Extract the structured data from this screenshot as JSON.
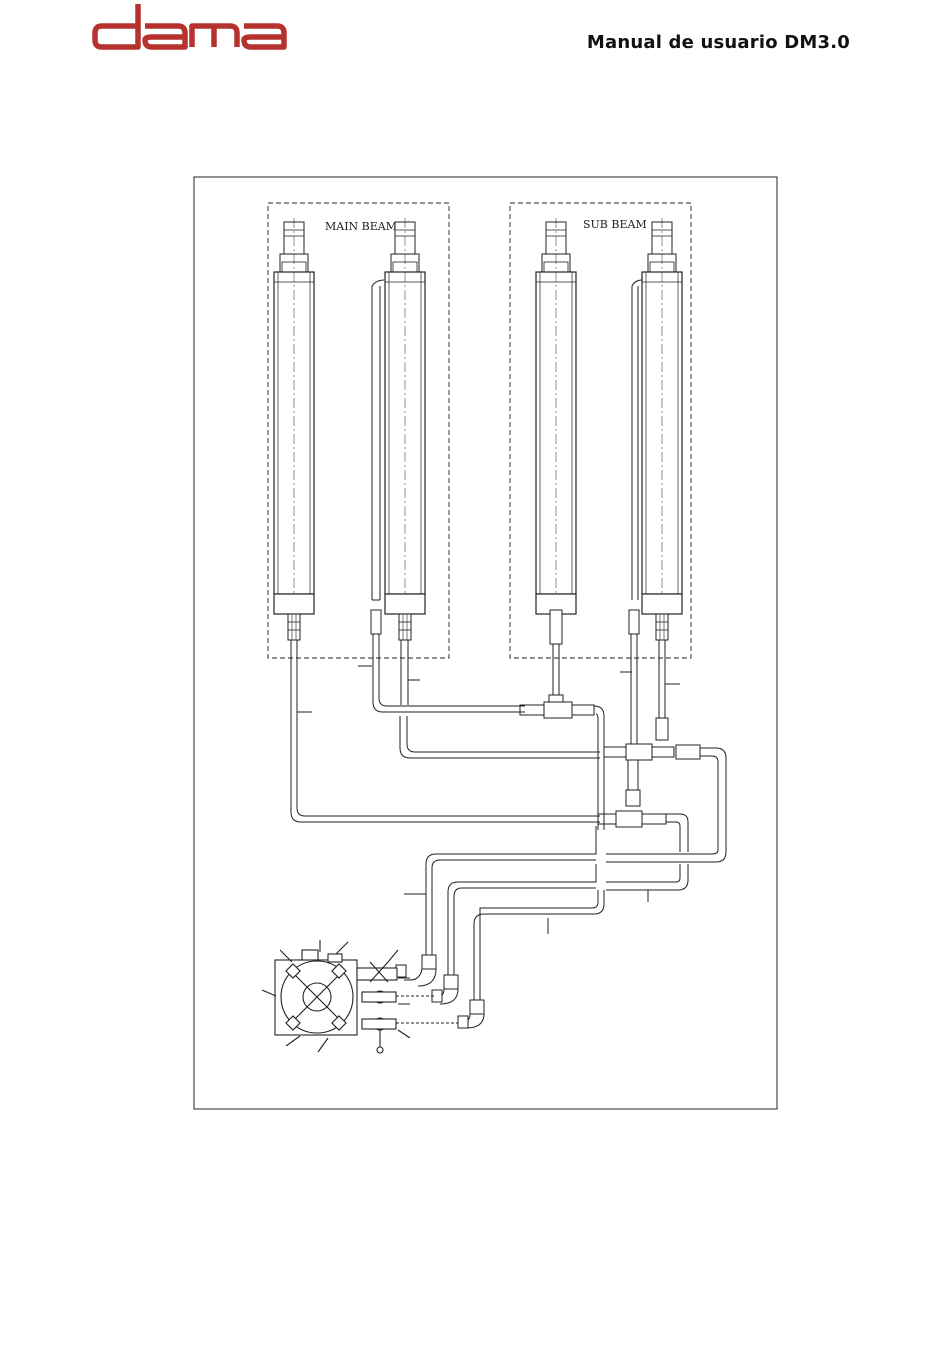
{
  "brand": {
    "logo_text": "dama",
    "color": "#b5322e"
  },
  "header": {
    "title": "Manual de usuario DM3.0"
  },
  "diagram": {
    "main_beam_label": "MAIN BEAM",
    "sub_beam_label": "SUB BEAM"
  }
}
